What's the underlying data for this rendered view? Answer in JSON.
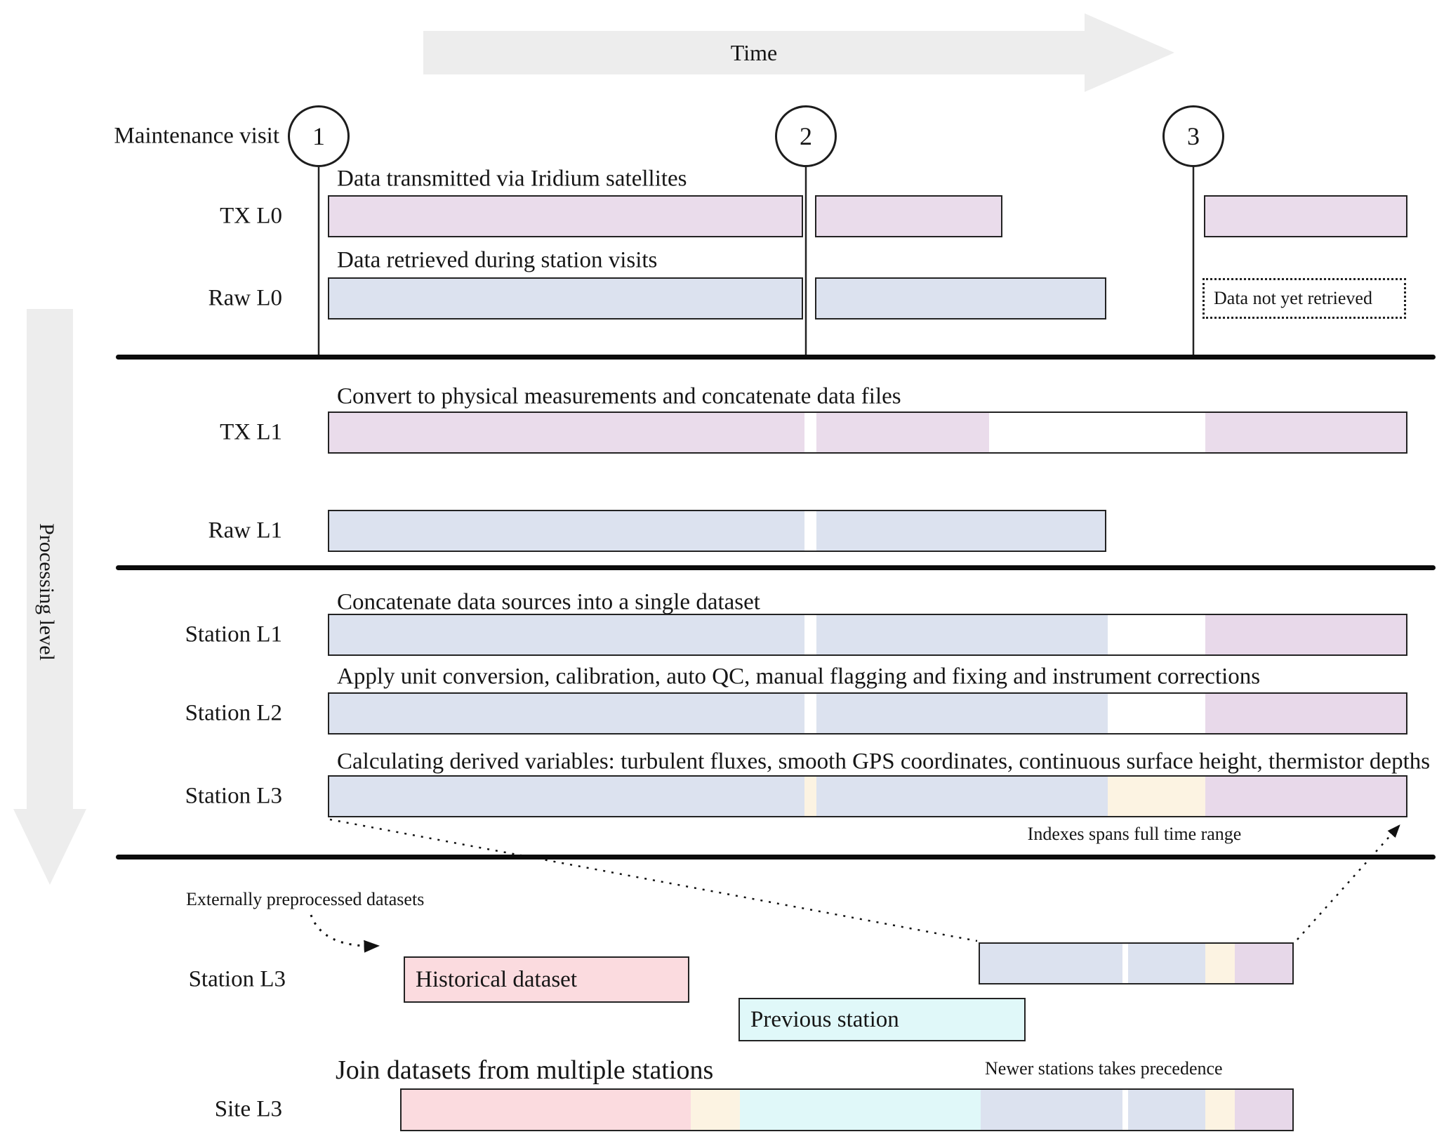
{
  "colors": {
    "tx-pink": "#EADCEB",
    "raw-blue": "#DCE2EF",
    "station-pink": "#E8D9EA",
    "cream": "#FCF3E2",
    "lilac": "#E7D8E9",
    "rose": "#FBDBDF",
    "cyan": "#E0F8F9",
    "arrow-gray": "#EDEDED"
  },
  "header": {
    "time_label": "Time",
    "maintenance_label": "Maintenance visit",
    "visits": [
      "1",
      "2",
      "3"
    ]
  },
  "left_axis": {
    "label": "Processing level"
  },
  "rows": {
    "tx_l0": {
      "label": "TX L0",
      "annotation": "Data transmitted via Iridium satellites"
    },
    "raw_l0": {
      "label": "Raw L0",
      "annotation": "Data retrieved during station visits",
      "not_retrieved_label": "Data not yet retrieved"
    },
    "tx_l1": {
      "label": "TX L1",
      "annotation": "Convert to physical measurements and concatenate data files"
    },
    "raw_l1": {
      "label": "Raw L1"
    },
    "station_l1": {
      "label": "Station L1",
      "annotation": "Concatenate data sources into a single dataset"
    },
    "station_l2": {
      "label": "Station L2",
      "annotation": "Apply unit conversion, calibration, auto QC, manual flagging and fixing and instrument corrections"
    },
    "station_l3": {
      "label": "Station L3",
      "annotation": "Calculating derived variables: turbulent fluxes, smooth GPS coordinates, continuous surface height, thermistor depths",
      "index_note": "Indexes spans full time range"
    }
  },
  "bottom": {
    "external_note": "Externally preprocessed datasets",
    "station_l3_label": "Station L3",
    "historical_label": "Historical dataset",
    "previous_label": "Previous station",
    "join_annotation": "Join datasets from multiple stations",
    "newer_note": "Newer stations takes precedence",
    "site_label": "Site L3"
  }
}
